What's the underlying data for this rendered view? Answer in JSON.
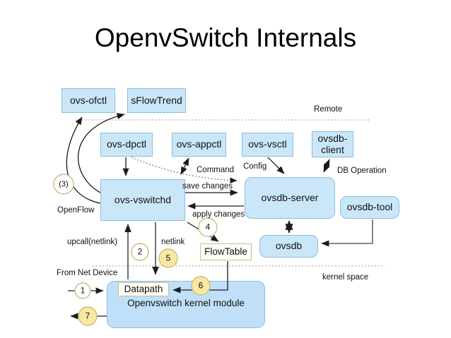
{
  "title": "OpenvSwitch Internals",
  "nodes": {
    "ovs_ofctl": {
      "label": "ovs-ofctl"
    },
    "sflowtrend": {
      "label": "sFlowTrend"
    },
    "ovs_dpctl": {
      "label": "ovs-dpctl"
    },
    "ovs_appctl": {
      "label": "ovs-appctl"
    },
    "ovs_vsctl": {
      "label": "ovs-vsctl"
    },
    "ovsdb_client": {
      "label": "ovsdb-client"
    },
    "ovs_vswitchd": {
      "label": "ovs-vswitchd"
    },
    "ovsdb_server": {
      "label": "ovsdb-server"
    },
    "ovsdb_tool": {
      "label": "ovsdb-tool"
    },
    "ovsdb": {
      "label": "ovsdb"
    },
    "flowtable": {
      "label": "FlowTable"
    },
    "datapath": {
      "label": "Datapath"
    },
    "kernel_module": {
      "label": "Openvswitch kernel module"
    }
  },
  "labels": {
    "remote": "Remote",
    "config": "Config",
    "db_operation": "DB Operation",
    "command": "Command",
    "save_changes": "save changes",
    "apply_changes": "apply changes",
    "openflow": "OpenFlow",
    "upcall": "upcall(netlink)",
    "netlink": "netlink",
    "from_net_device": "From Net Device",
    "kernel_space": "kernel space"
  },
  "steps": {
    "s1": "1",
    "s2": "2",
    "s3": "(3)",
    "s4": "4",
    "s5": "5",
    "s6": "6",
    "s7": "7"
  },
  "colors": {
    "node_fill": "#cae7fa",
    "node_border": "#8fbcd9",
    "plain_fill": "#fffef8",
    "plain_border": "#cdbd88",
    "step_yellow": "#f8e8a2",
    "step_white": "#ffffff",
    "step_border": "#cfba7d",
    "divider_gray": "#9a9a9a",
    "arrow_black": "#1c1c1c"
  }
}
